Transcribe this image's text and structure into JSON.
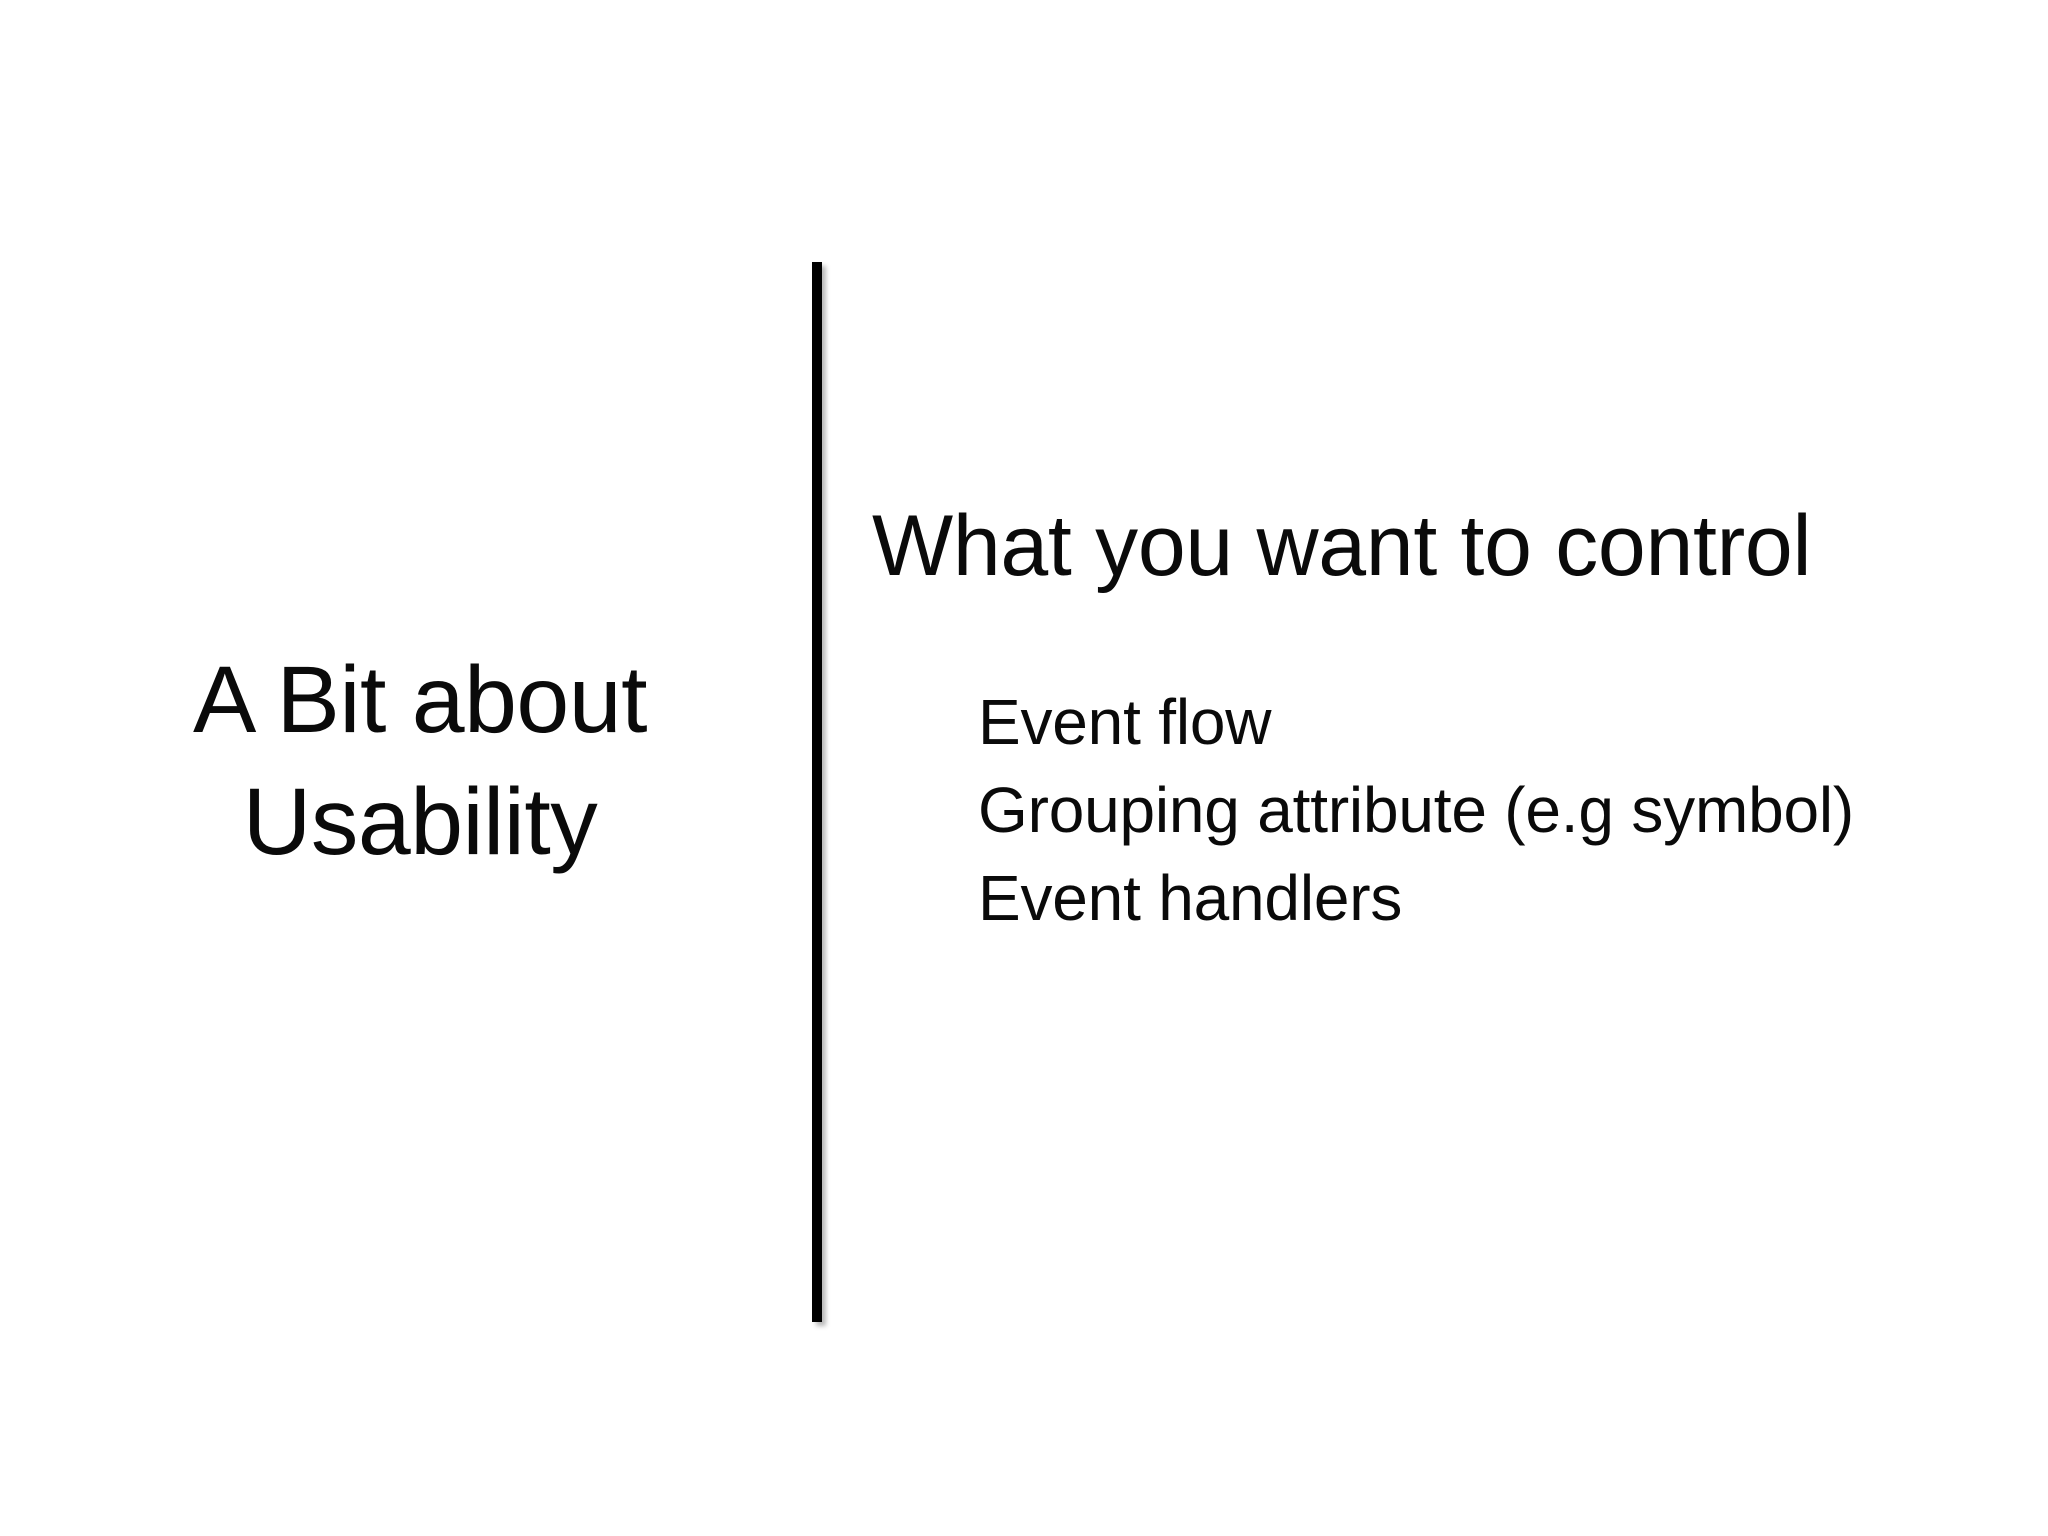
{
  "slide": {
    "title_lines": [
      "A Bit about",
      "Usability"
    ],
    "content": {
      "heading": "What you want to control",
      "items": [
        "Event flow",
        "Grouping attribute (e.g symbol)",
        "Event handlers"
      ]
    },
    "divider": {
      "icon": "vertical-rule-icon",
      "color": "#000000"
    },
    "colors": {
      "background": "#ffffff",
      "text": "#0a0a0a"
    }
  }
}
